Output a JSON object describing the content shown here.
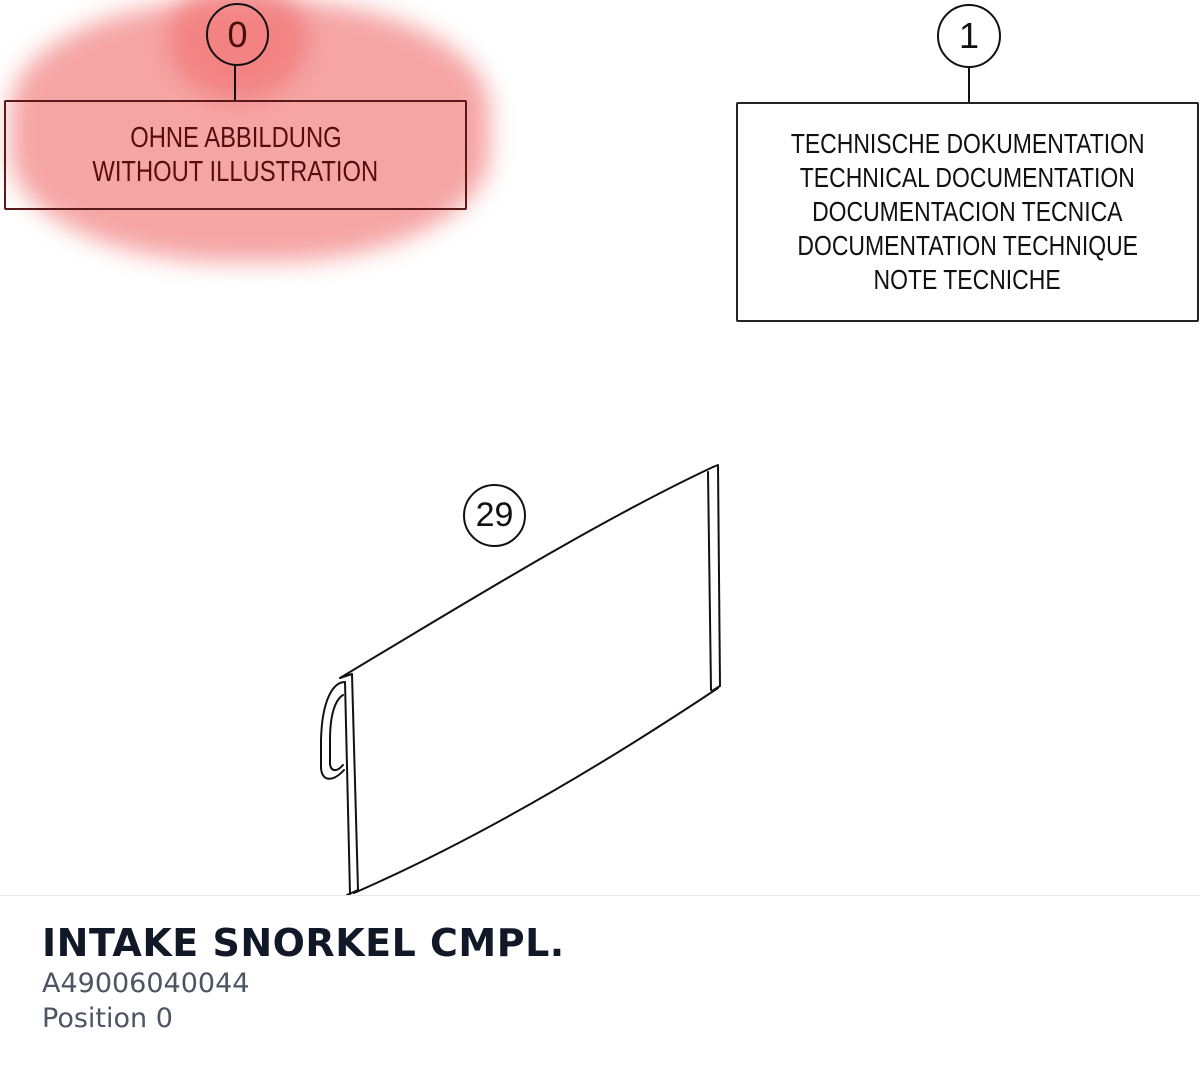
{
  "diagram": {
    "callouts": [
      {
        "id": "0",
        "label": "0"
      },
      {
        "id": "1",
        "label": "1"
      },
      {
        "id": "29",
        "label": "29"
      }
    ],
    "no_illustration_note": {
      "lines": [
        "OHNE ABBILDUNG",
        "WITHOUT ILLUSTRATION"
      ]
    },
    "technical_doc_note": {
      "lines": [
        "TECHNISCHE DOKUMENTATION",
        "TECHNICAL DOCUMENTATION",
        "DOCUMENTACION TECNICA",
        "DOCUMENTATION TECHNIQUE",
        "NOTE TECNICHE"
      ]
    },
    "highlight_color": "#f06e6e",
    "line_color": "#111111"
  },
  "part": {
    "title": "INTAKE SNORKEL CMPL.",
    "number": "A49006040044",
    "position": "Position 0"
  }
}
